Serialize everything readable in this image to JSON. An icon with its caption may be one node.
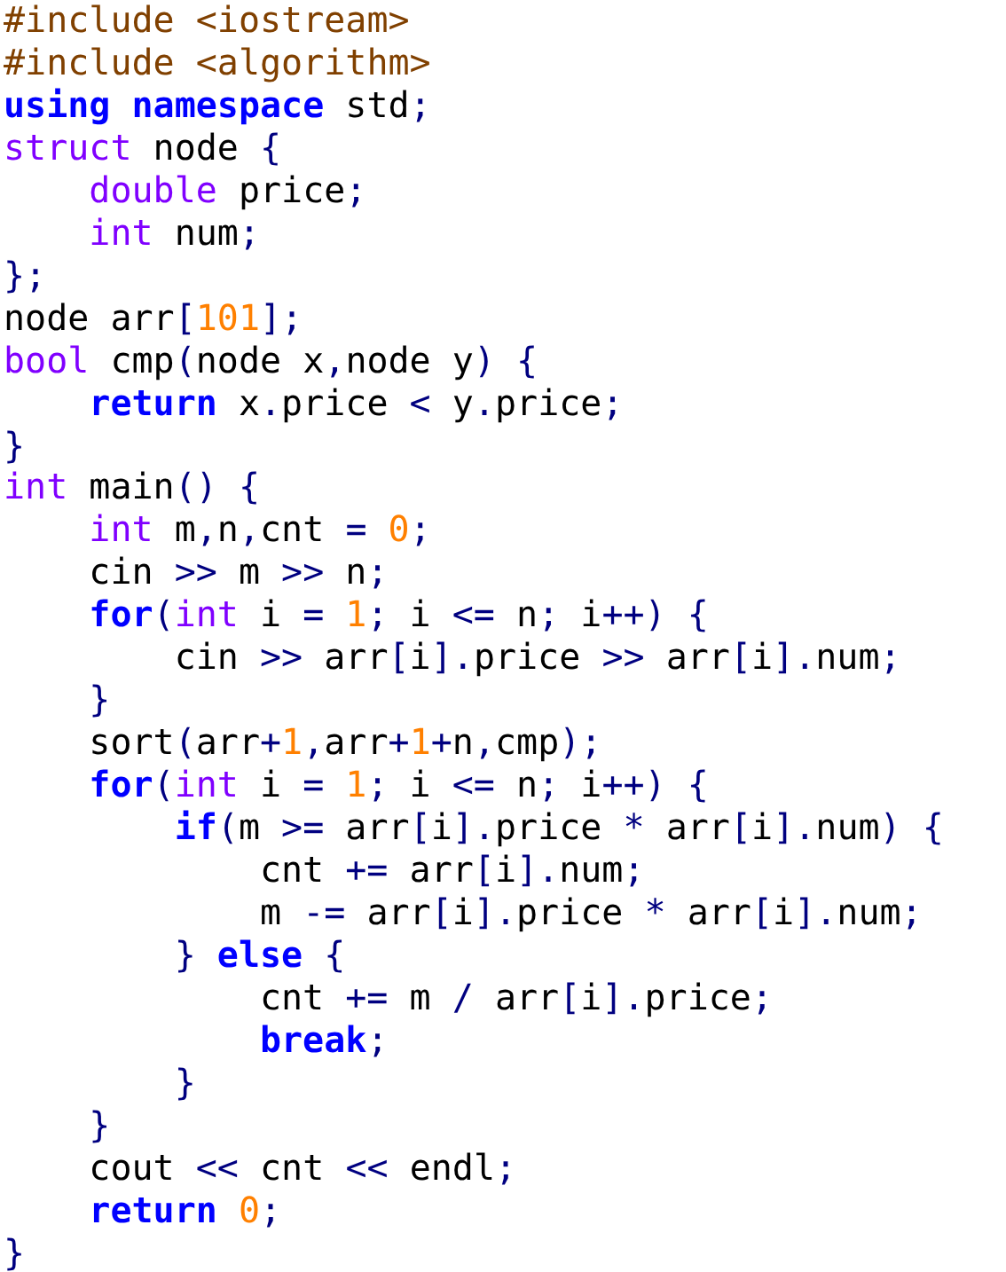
{
  "diagram": {
    "labels": [
      "#include <iostream>",
      "#include <algorithm>",
      "**using** **namespace** std;",
      "struct node {",
      "double price;",
      "int num;",
      "};",
      "node arr[101];",
      "bool cmp(node x,node y) {",
      "**return** x.price < y.price;",
      "}",
      "int main() {",
      "int m,n,cnt = 0;",
      "cin >> m >> n;",
      "**for**(int i = 1; i <= n; i++) {",
      "cin >> arr[i].price >> arr[i].num;",
      "}",
      "sort(arr+1,arr+1+n,cmp);",
      "**for**(int i = 1; i <= n; i++) {",
      "**if**(m >= arr[i].price * arr[i].num) {",
      "cnt += arr[i].num;",
      "m -= arr[i].price * arr[i].num;",
      "} **else** {",
      "cnt += m / arr[i].price;",
      "**break**;",
      "}",
      "}",
      "cout << cnt << endl;",
      "**return** 0;",
      "}"
    ]
  }
}
